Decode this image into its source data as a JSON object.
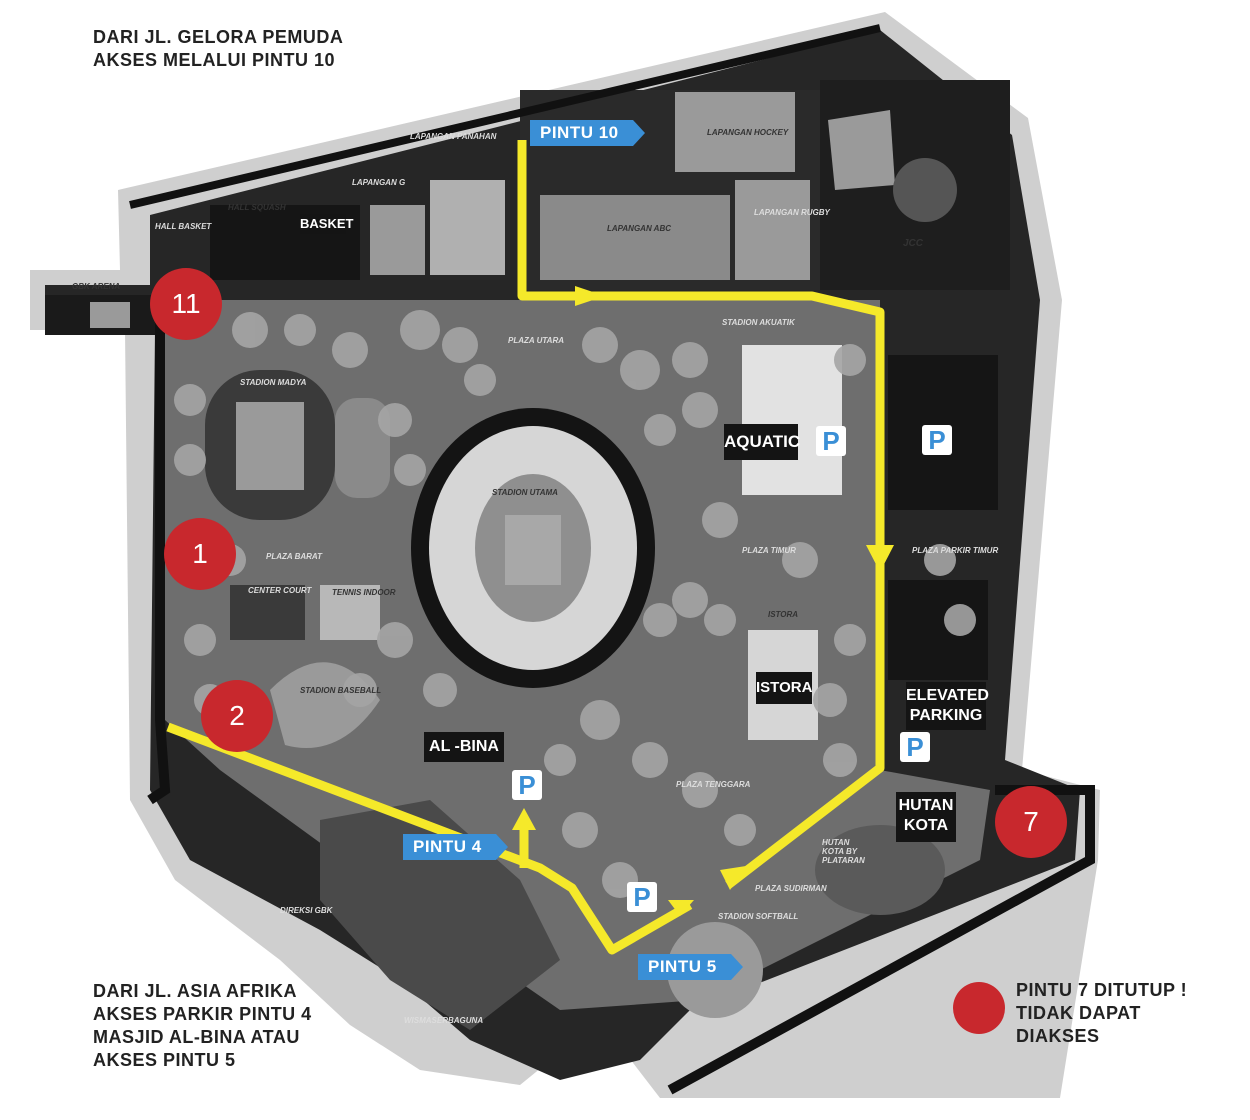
{
  "annotations": {
    "top_left": [
      "DARI JL. GELORA PEMUDA",
      "AKSES MELALUI PINTU 10"
    ],
    "bottom_left": [
      "DARI JL. ASIA AFRIKA",
      "AKSES PARKIR PINTU 4",
      "MASJID AL-BINA ATAU",
      "AKSES PINTU 5"
    ],
    "legend": [
      "PINTU 7 DITUTUP !",
      "TIDAK DAPAT",
      "DIAKSES"
    ]
  },
  "gates": {
    "pintu_10": "PINTU 10",
    "pintu_4": "PINTU 4",
    "pintu_5": "PINTU 5"
  },
  "gate_badges": {
    "g11": "11",
    "g1": "1",
    "g2": "2",
    "g7": "7"
  },
  "parking_symbol": "P",
  "venues": {
    "aquatic": "AQUATIC",
    "istora": "ISTORA",
    "elevated_parking": [
      "ELEVATED",
      "PARKING"
    ],
    "al_bina": "AL -BINA",
    "hutan_kota": [
      "HUTAN",
      "KOTA"
    ],
    "basket": "BASKET"
  },
  "map_labels": {
    "gbk_arena": "GBK ARENA",
    "hall_basket": "HALL BASKET",
    "hall_squash": "HALL SQUASH",
    "lapangan_panahan": "LAPANGAN PANAHAN",
    "lapangan_g": "LAPANGAN G",
    "lapangan_abc": "LAPANGAN ABC",
    "lapangan_hockey": "LAPANGAN HOCKEY",
    "lapangan_rugby": "LAPANGAN RUGBY",
    "jcc": "JCC",
    "stadion_madya": "STADION MADYA",
    "stadion_utama": "STADION UTAMA",
    "stadion_akuatik": "STADION AKUATIK",
    "plaza_utara": "PLAZA UTARA",
    "plaza_barat": "PLAZA BARAT",
    "plaza_timur": "PLAZA TIMUR",
    "plaza_parkir_timur": "PLAZA PARKIR TIMUR",
    "plaza_tenggara": "PLAZA TENGGARA",
    "plaza_sudirman": "PLAZA SUDIRMAN",
    "center_court": "CENTER COURT",
    "tennis_indoor": "TENNIS INDOOR",
    "stadion_baseball": "STADION BASEBALL",
    "stadion_softball": "STADION SOFTBALL",
    "istora_label": "ISTORA",
    "hutan_kota_by_plataran": "HUTAN KOTA BY PLATARAN",
    "direksi_gbk": "DIREKSI GBK",
    "wismaserbaguna": "WISMASERBAGUNA"
  },
  "colors": {
    "route": "#f5e92a",
    "gate_blue": "#3a8fd6",
    "closed_red": "#c8282d",
    "map_dark": "#141414",
    "map_gray": "#6e6e6e",
    "outline": "#cfcfcf"
  }
}
